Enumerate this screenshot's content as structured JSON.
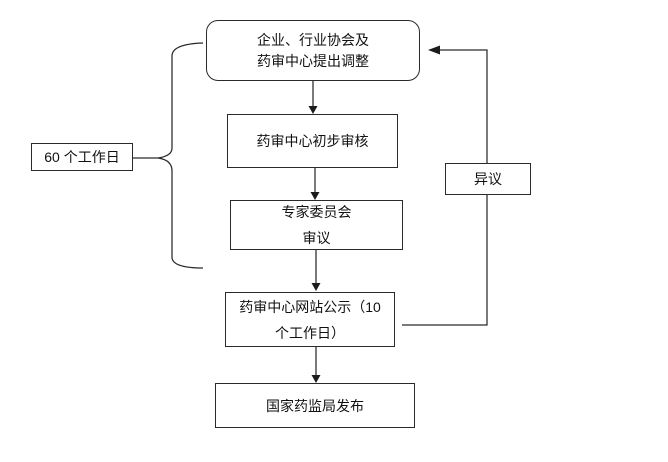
{
  "colors": {
    "background": "#ffffff",
    "line": "#2a2a2a",
    "text": "#111111",
    "box_fill": "#ffffff"
  },
  "flowchart": {
    "nodes": [
      {
        "id": "proposal",
        "shape": "rounded",
        "lines": [
          "企业、行业协会及",
          "药审中心提出调整"
        ]
      },
      {
        "id": "preliminary-review",
        "shape": "rect",
        "lines": [
          "药审中心初步审核"
        ]
      },
      {
        "id": "expert-committee",
        "shape": "rect",
        "lines": [
          "专家委员会",
          "审议"
        ]
      },
      {
        "id": "public-notice",
        "shape": "rect",
        "lines": [
          "药审中心网站公示（10",
          "个工作日）"
        ]
      },
      {
        "id": "nmpa-release",
        "shape": "rect",
        "lines": [
          "国家药监局发布"
        ]
      }
    ],
    "side_labels": [
      {
        "id": "duration",
        "text": "60 个工作日"
      },
      {
        "id": "objection",
        "text": "异议"
      }
    ]
  }
}
